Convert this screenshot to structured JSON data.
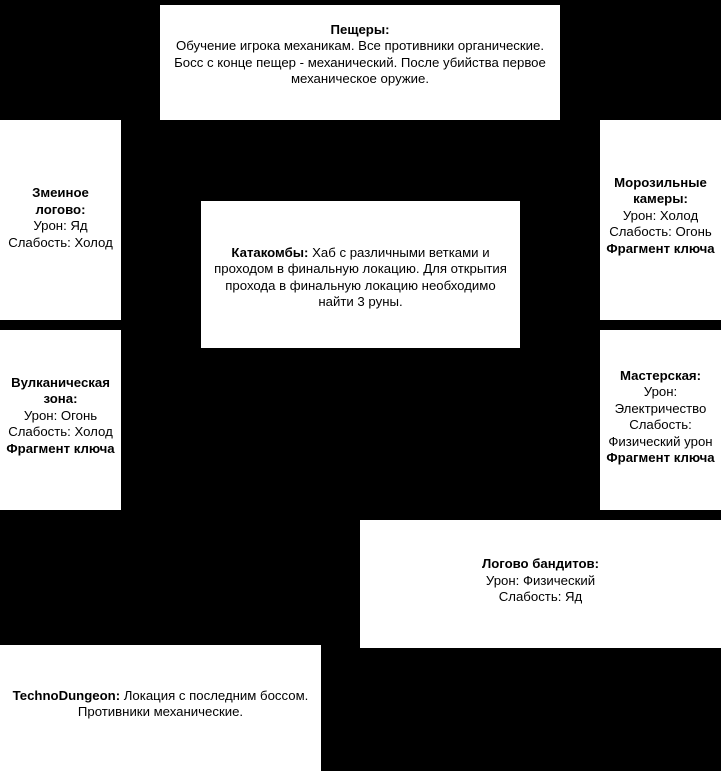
{
  "diagram": {
    "background_color": "#000000",
    "node_fill_color": "#ffffff",
    "node_text_color": "#000000",
    "nodes": [
      {
        "id": "caves",
        "title": "Пещеры:",
        "body": "Обучение игрока механикам. Все противники органические. Босс с конце пещер - механический. После убийства первое механическое оружие.",
        "lines": []
      },
      {
        "id": "snake-lair",
        "title": "Змеиное логово:",
        "lines": [
          "Урон: Яд",
          "Слабость: Холод"
        ],
        "bold_line": ""
      },
      {
        "id": "freezer-chambers",
        "title": "Морозильные камеры:",
        "lines": [
          "Урон: Холод",
          "Слабость: Огонь"
        ],
        "bold_line": "Фрагмент ключа"
      },
      {
        "id": "catacombs",
        "title": "Катакомбы:",
        "body": "Хаб с различными ветками и проходом в финальную локацию. Для открытия прохода в финальную локацию необходимо найти 3 руны."
      },
      {
        "id": "volcanic-zone",
        "title": "Вулканическая зона:",
        "lines": [
          "Урон: Огонь",
          "Слабость: Холод"
        ],
        "bold_line": "Фрагмент ключа"
      },
      {
        "id": "workshop",
        "title": "Мастерская:",
        "lines": [
          "Урон: Электричество",
          "Слабость: Физический урон"
        ],
        "bold_line": "Фрагмент ключа"
      },
      {
        "id": "bandit-lair",
        "title": "Логово бандитов:",
        "lines": [
          "Урон: Физический",
          "Слабость: Яд"
        ],
        "bold_line": ""
      },
      {
        "id": "techno-dungeon",
        "title": "TechnoDungeon:",
        "body": "Локация с последним боссом. Противники механические."
      }
    ]
  }
}
